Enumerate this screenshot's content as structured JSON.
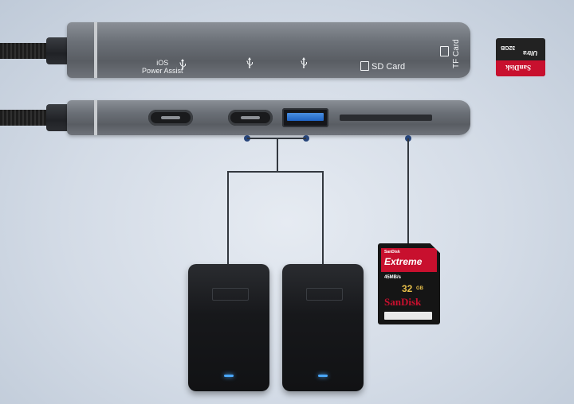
{
  "hub": {
    "ios_line1": "iOS",
    "ios_line2": "Power Assist",
    "sd_label": "SD Card",
    "tf_label": "TF Card"
  },
  "sdcard": {
    "brand_small": "SanDisk",
    "series": "Extreme",
    "speed": "45MB/s",
    "capacity": "32",
    "unit": "GB",
    "brand": "SanDisk"
  },
  "tfcard": {
    "capacity": "32GB",
    "series": "Ultra",
    "brand": "SanDisk"
  },
  "colors": {
    "connector_dot": "#27457a",
    "usb_blue": "#1f63c2",
    "sandisk_red": "#c8102e",
    "led": "#4aa8ff"
  }
}
